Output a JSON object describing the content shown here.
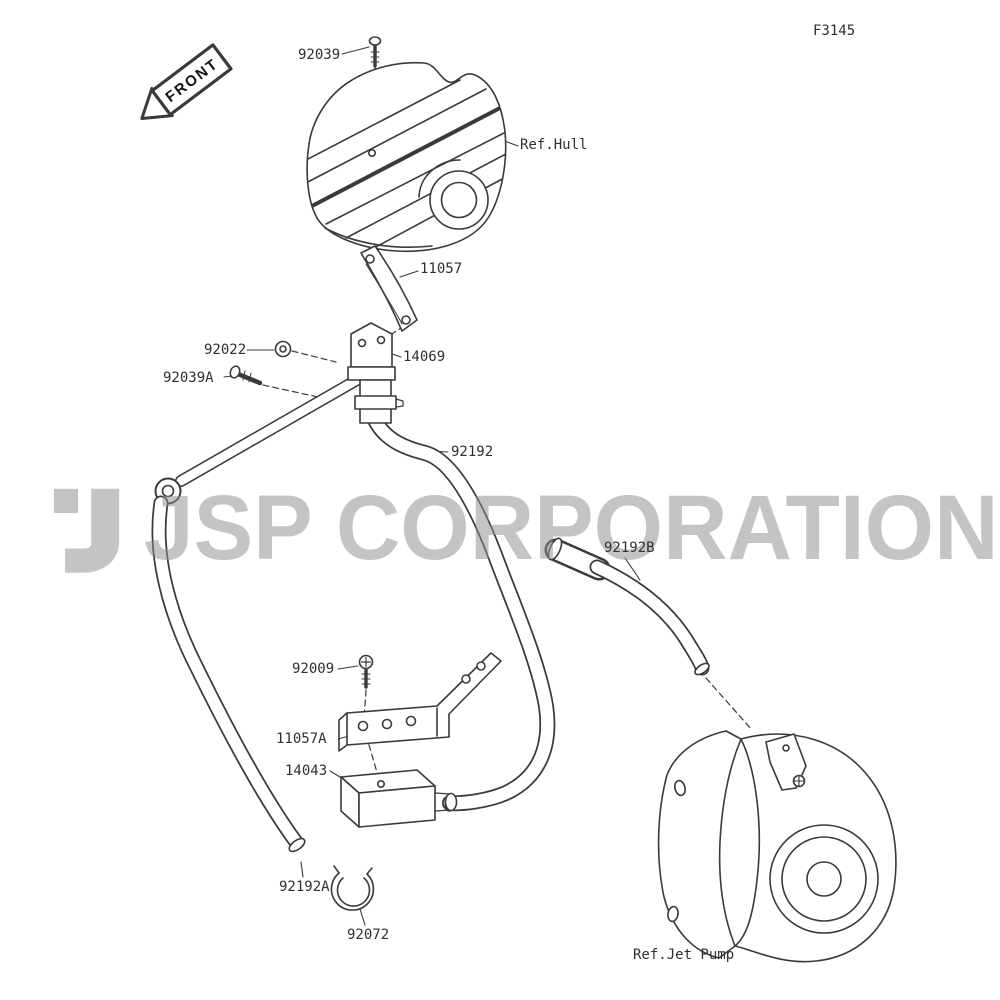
{
  "figure_code": "F3145",
  "front_marker": "FRONT",
  "watermark": {
    "text": "JSP CORPORATION",
    "color": "#8f8f8f"
  },
  "ref_labels": {
    "hull": "Ref.Hull",
    "jet_pump": "Ref.Jet Pump"
  },
  "part_labels": {
    "bolt_top": "92039",
    "bracket_upper": "11057",
    "washer": "92022",
    "breather_fitting": "14069",
    "screw_front": "92039A",
    "hose_breather": "92192",
    "hose_pump": "92192B",
    "hose_long": "92192A",
    "screw_bracket": "92009",
    "bracket_lower": "11057A",
    "water_box": "14043",
    "clamp": "92072"
  },
  "colors": {
    "background": "#ffffff",
    "line": "#3a3a3a",
    "label_text": "#2f2f2f"
  }
}
